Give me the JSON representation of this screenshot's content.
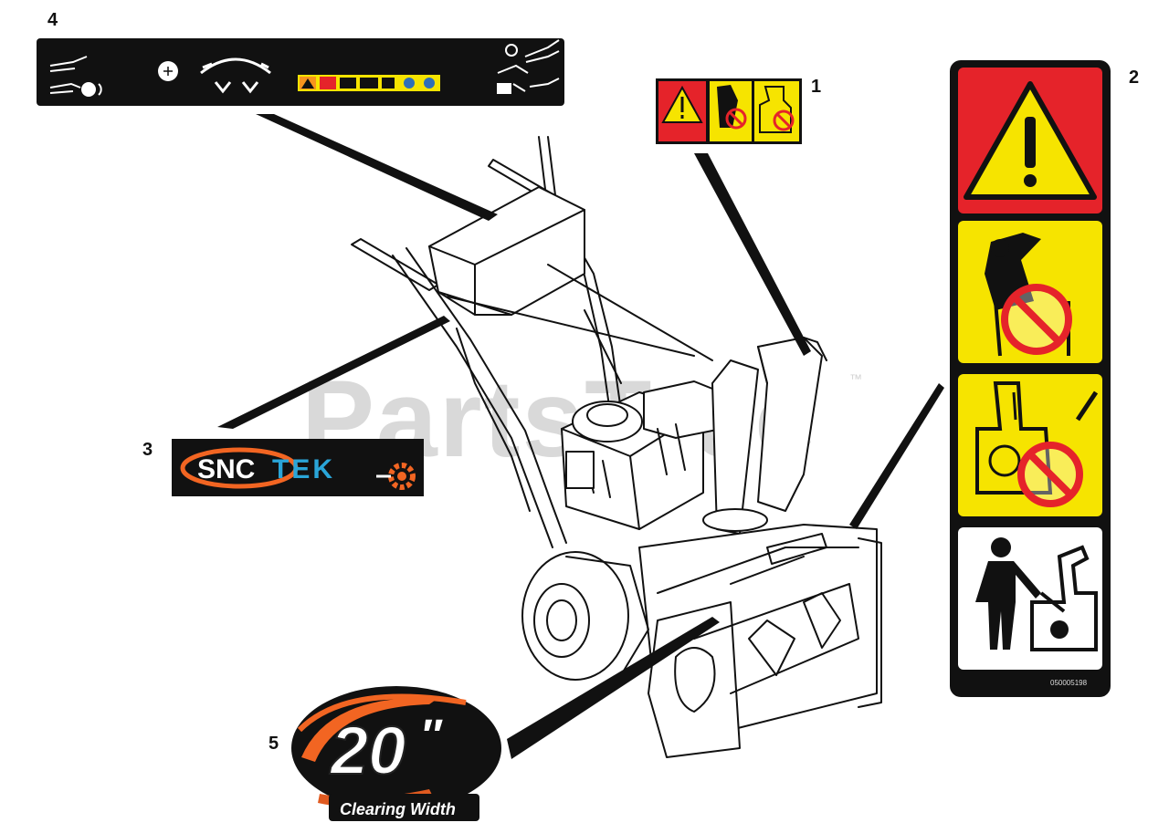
{
  "watermark": {
    "text": "PartsTree",
    "trademark": "™"
  },
  "callouts": {
    "c1": "1",
    "c2": "2",
    "c3": "3",
    "c4": "4",
    "c5": "5"
  },
  "decals": {
    "brand": {
      "part1": "SNC",
      "part2": "TEK"
    },
    "width_badge": {
      "number": "20",
      "quote": "″",
      "caption": "Clearing Width"
    },
    "warning_part_number": "050005198"
  },
  "icons": [
    "warning-triangle-icon",
    "hand-in-chute-prohibited-icon",
    "auger-contact-prohibited-icon",
    "clearing-tool-use-icon",
    "auger-control-lever-icon",
    "drive-control-lever-icon",
    "chute-direction-icon",
    "gear-icon"
  ],
  "colors": {
    "warning_red": "#e5232a",
    "warning_yellow": "#f6e400",
    "decal_black": "#111111",
    "brand_orange": "#f26522",
    "brand_blue": "#2aa5d8",
    "watermark_gray": "#d9d9d9"
  }
}
